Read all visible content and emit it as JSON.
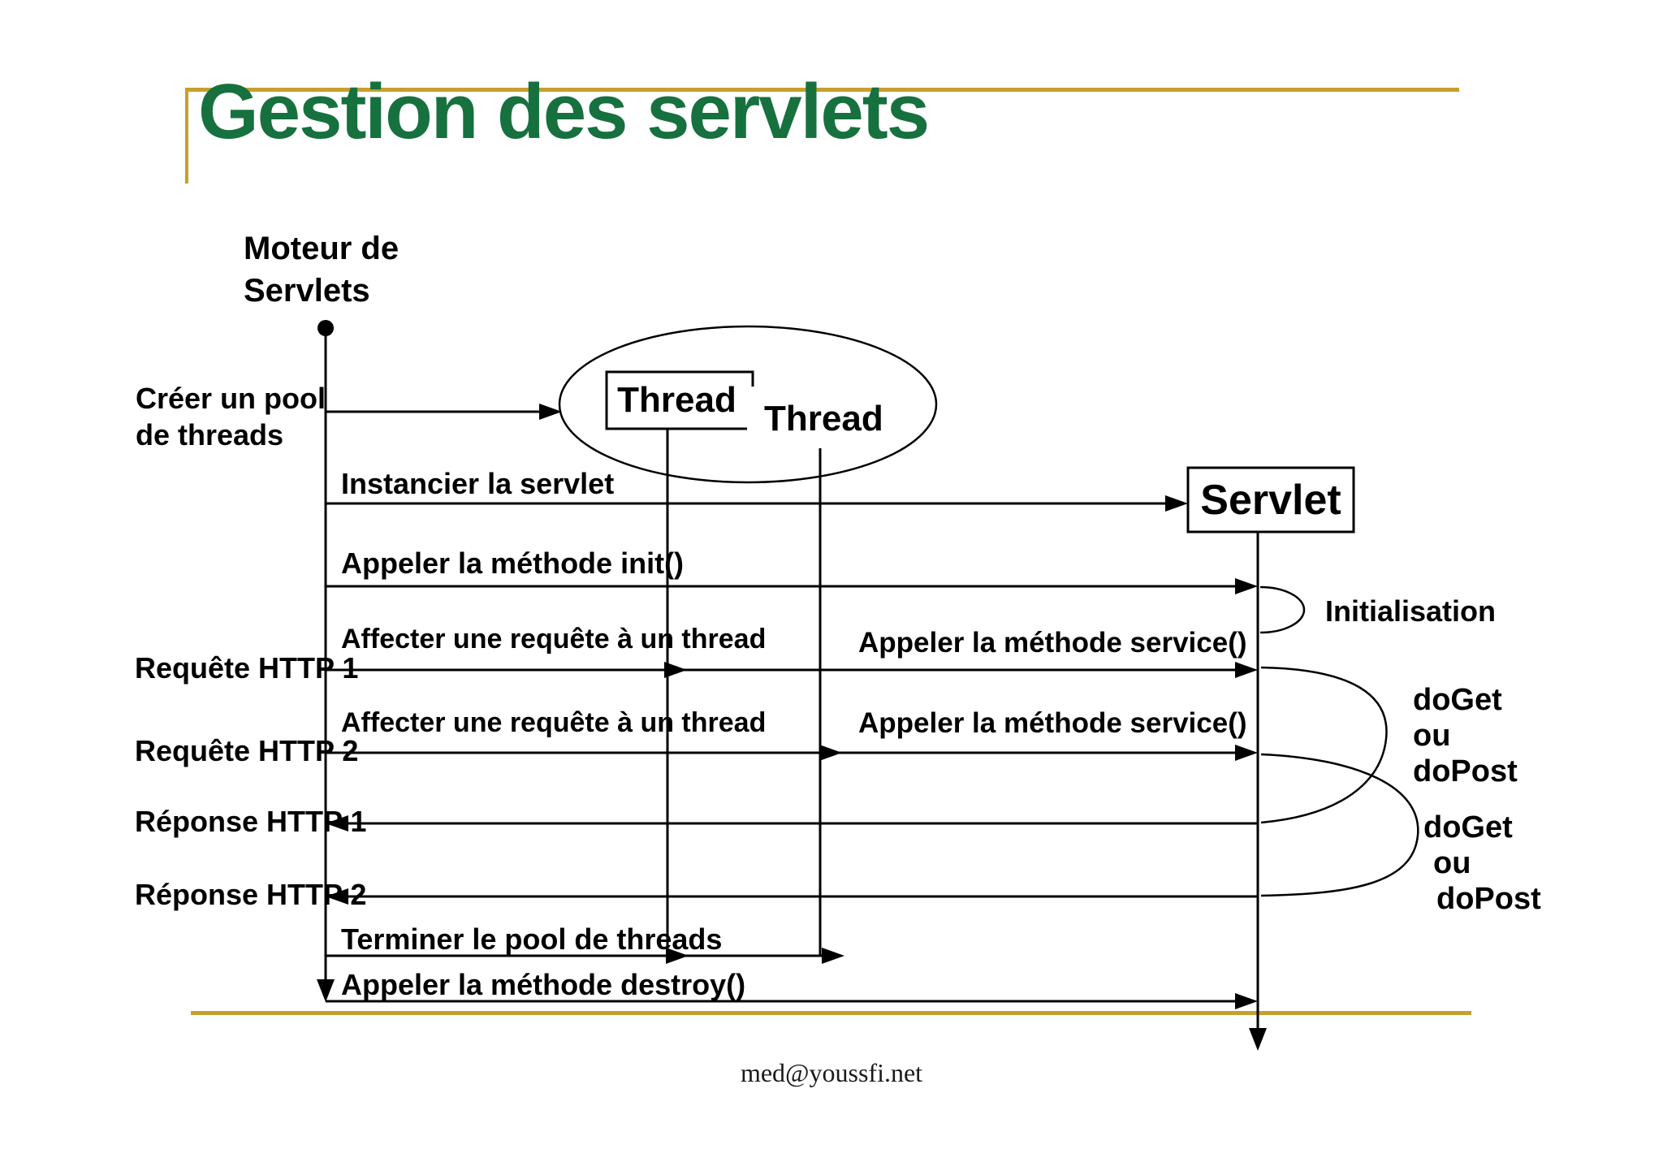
{
  "slide": {
    "title": "Gestion des servlets",
    "footer": "med@youssfi.net"
  },
  "colors": {
    "title_green": "#16713E",
    "gold": "#C7A02B",
    "black": "#000000"
  },
  "actors": {
    "moteur_line1": "Moteur de",
    "moteur_line2": "Servlets",
    "thread_boxed": "Thread",
    "thread_plain": "Thread",
    "servlet": "Servlet"
  },
  "messages": {
    "creer_line1": "Créer un pool",
    "creer_line2": "de threads",
    "instancier": "Instancier la servlet",
    "init": "Appeler la méthode init()",
    "affecter_1": "Affecter une requête à un thread",
    "affecter_2": "Affecter une requête à un thread",
    "service_1": "Appeler la méthode service()",
    "service_2": "Appeler la méthode service()",
    "terminer": "Terminer le pool de threads",
    "destroy": "Appeler la méthode destroy()"
  },
  "http": {
    "requete_1": "Requête HTTP 1",
    "requete_2": "Requête HTTP 2",
    "reponse_1": "Réponse HTTP 1",
    "reponse_2": "Réponse HTTP 2"
  },
  "annotations": {
    "initialisation": "Initialisation",
    "doget_1": {
      "l1": "doGet",
      "l2": "ou",
      "l3": "doPost"
    },
    "doget_2": {
      "l1": "doGet",
      "l2": "ou",
      "l3": "doPost"
    }
  }
}
